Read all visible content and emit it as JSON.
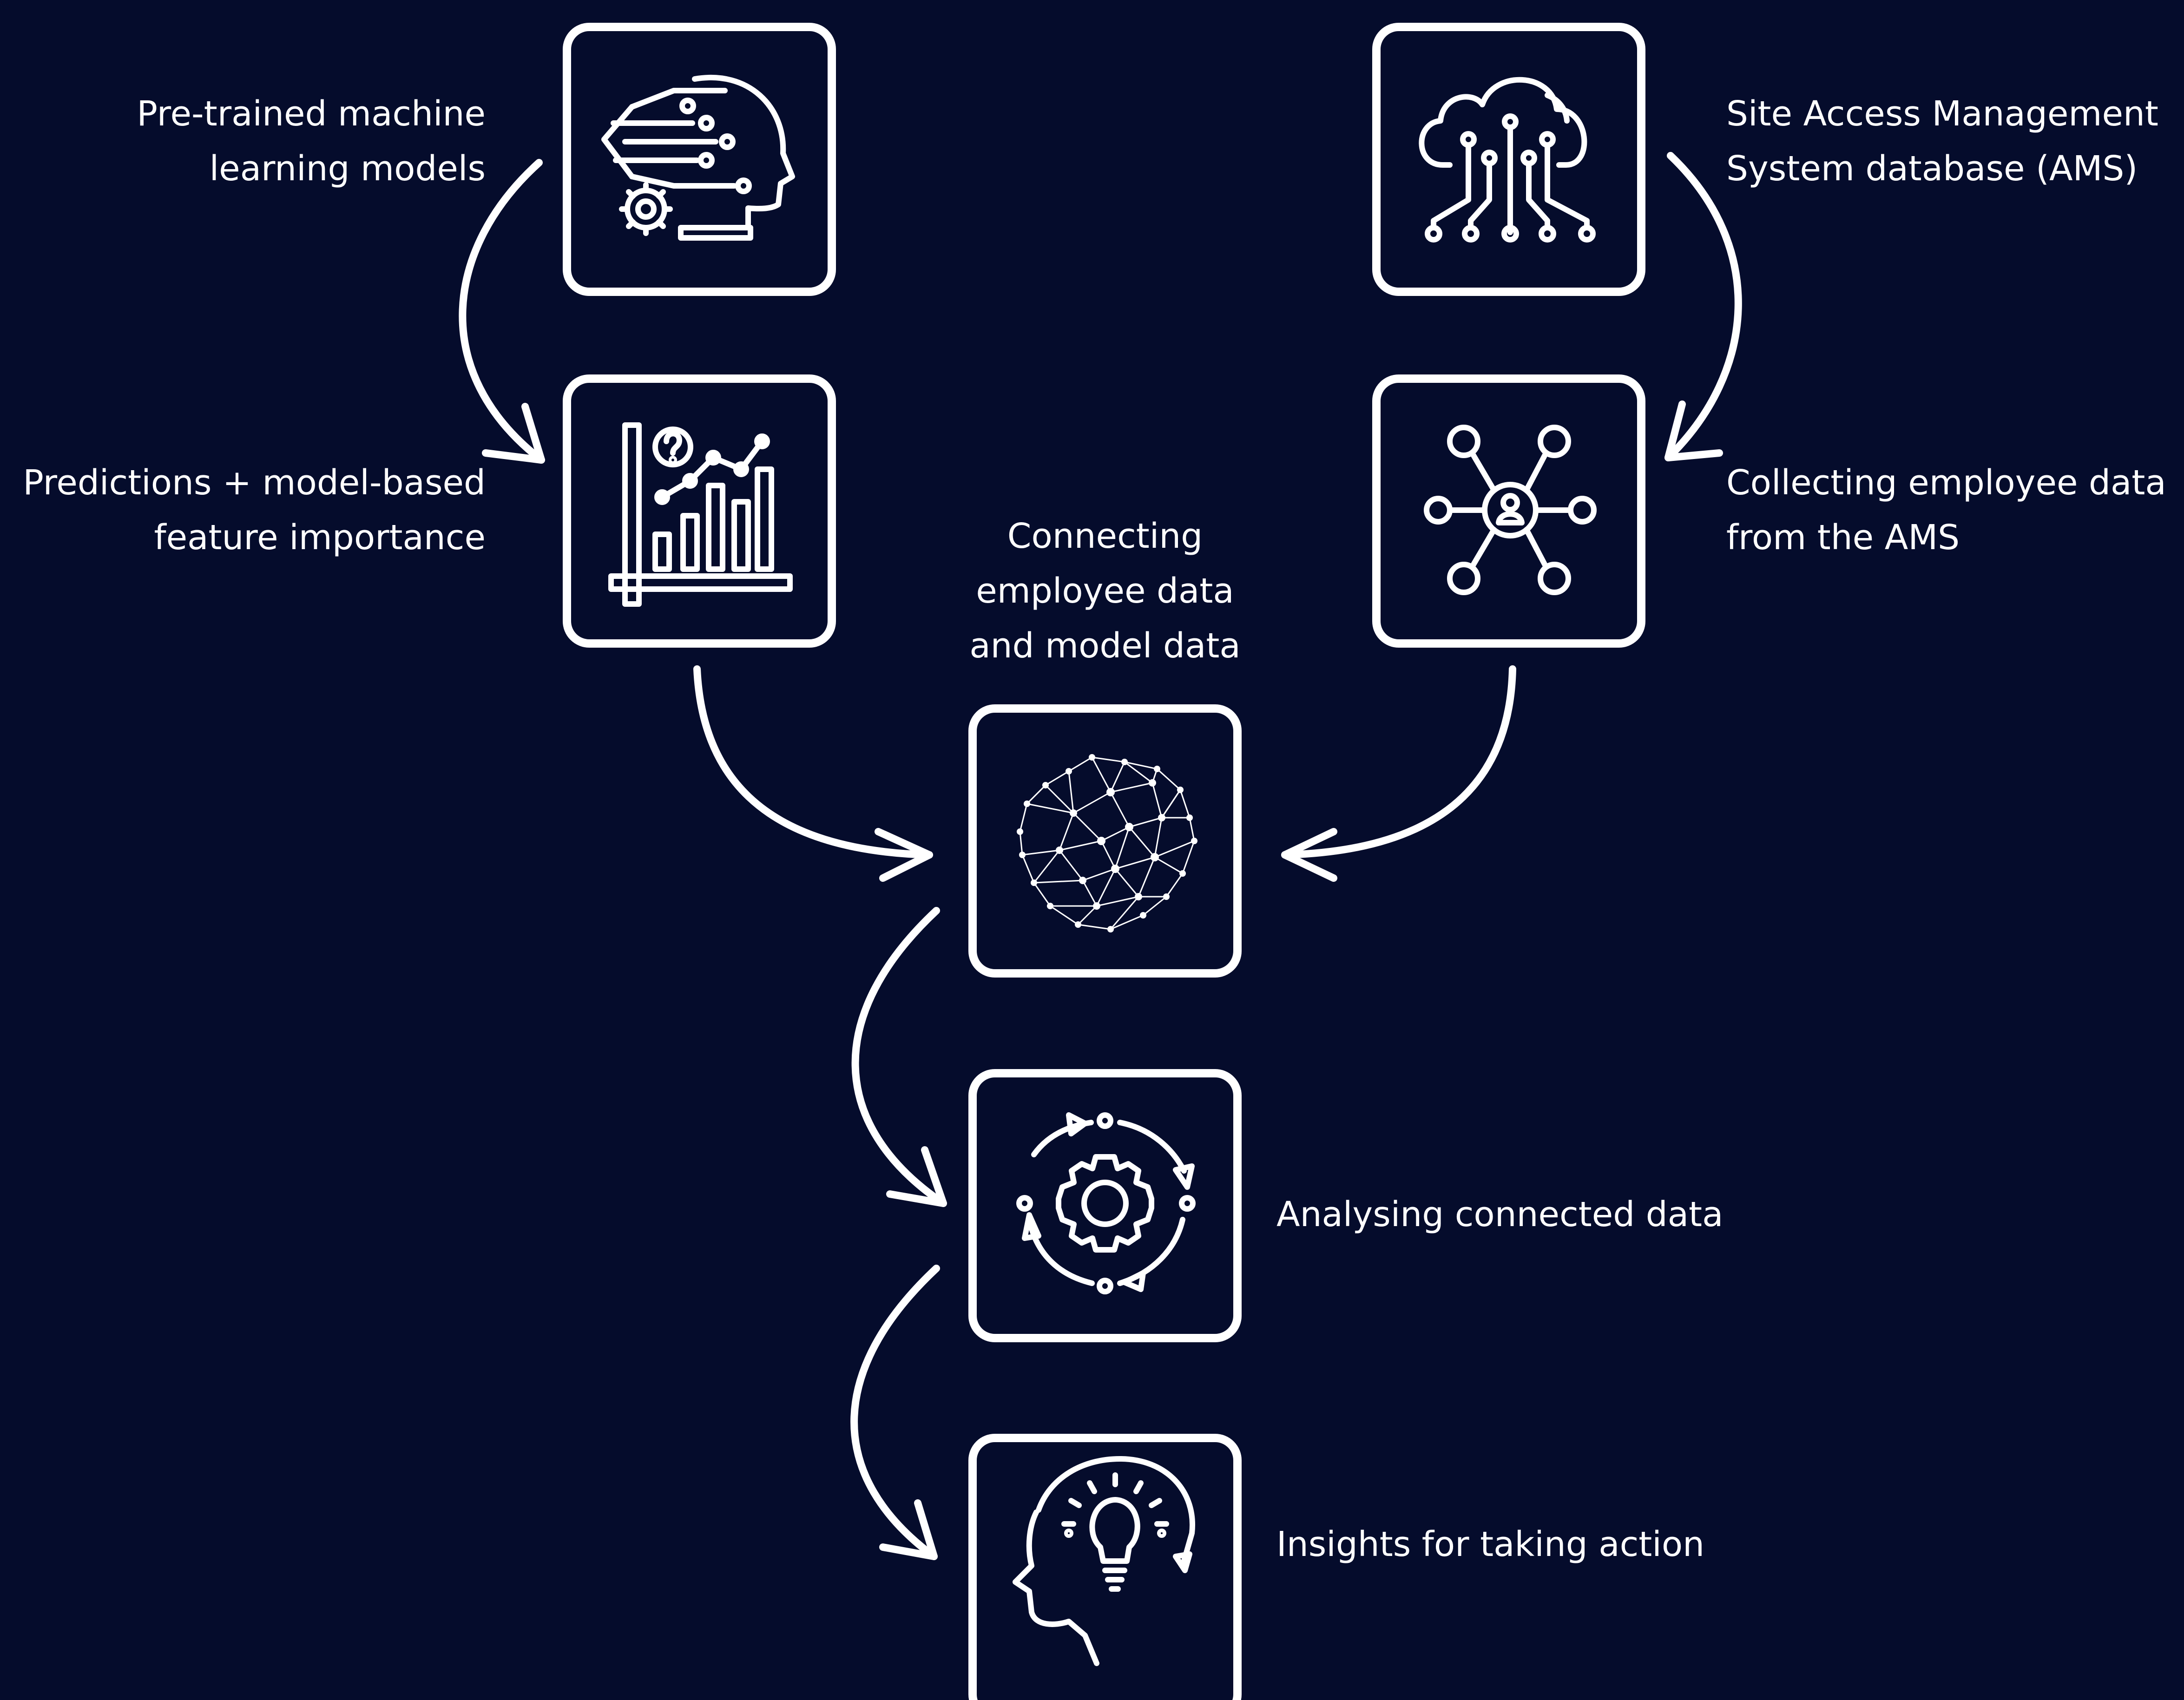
{
  "background": "#050c2c",
  "foreground": "#ffffff",
  "nodes": {
    "ml_models": {
      "icon": "ai-head-circuit-icon",
      "lines": [
        "Pre-trained machine",
        "learning models"
      ]
    },
    "predictions": {
      "icon": "bar-chart-question-icon",
      "lines": [
        "Predictions + model-based",
        "feature importance"
      ]
    },
    "ams_database": {
      "icon": "cloud-network-icon",
      "lines": [
        "Site Access Management",
        "System database (AMS)"
      ]
    },
    "collecting": {
      "icon": "person-network-icon",
      "lines": [
        "Collecting employee data",
        "from the AMS"
      ]
    },
    "connecting": {
      "icon": "network-sphere-icon",
      "lines": [
        "Connecting",
        "employee data",
        "and model data"
      ]
    },
    "analysing": {
      "icon": "gear-cycle-icon",
      "lines": [
        "Analysing connected data"
      ]
    },
    "insights": {
      "icon": "head-lightbulb-icon",
      "lines": [
        "Insights for taking action"
      ]
    }
  }
}
